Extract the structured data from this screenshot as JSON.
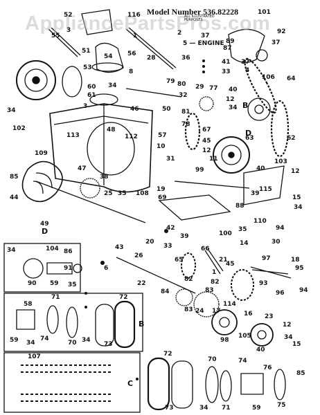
{
  "header": {
    "watermark": "AppliancePartsPros.com",
    "model_number": "Model Number 536.82228",
    "fine_print_1": "ALL ILLUSTRATED",
    "fine_print_2": "PURPOSES",
    "engine_label": "5 — ENGINE"
  },
  "section_labels": {
    "b": "B",
    "c": "C",
    "d": "D",
    "b_small": "B",
    "d_small": "D"
  },
  "part_numbers": {
    "p52": "52",
    "p116": "116",
    "p55": "55",
    "p51": "51",
    "p1": "1",
    "p2": "2",
    "p101": "101",
    "p92": "92",
    "p37": "37",
    "p89": "89",
    "p87": "87",
    "p37b": "37",
    "p3top": "3",
    "p54": "54",
    "p56": "56",
    "p28": "28",
    "p36": "36",
    "p53": "53",
    "p8": "8",
    "p34a": "34",
    "p4": "4",
    "p106": "106",
    "p64": "64",
    "p41": "41",
    "p33": "33",
    "p37c": "37",
    "p60": "60",
    "p61": "61",
    "p79": "79",
    "p80": "80",
    "p32": "32",
    "p29": "29",
    "p77": "77",
    "p40a": "40",
    "p12a": "12",
    "p34b": "34",
    "p3a": "3",
    "p46": "46",
    "p50": "50",
    "p81": "81",
    "p78": "78",
    "p62": "62",
    "p34c": "34",
    "p102": "102",
    "p113": "113",
    "p48": "48",
    "p112": "112",
    "p47": "47",
    "p57": "57",
    "p63": "63",
    "p45a": "45",
    "p67": "67",
    "p11": "11",
    "p12b": "12",
    "p109": "109",
    "p49": "49",
    "p85": "85",
    "p44": "44",
    "p38": "38",
    "p25": "25",
    "p35a": "35",
    "p108": "108",
    "p31": "31",
    "p19": "19",
    "p10": "10",
    "p99": "99",
    "p103": "103",
    "p40b": "40",
    "p12c": "12",
    "p115": "115",
    "p39a": "39",
    "p15a": "15",
    "p34d": "34",
    "p88": "88",
    "p69": "69",
    "p100": "100",
    "p110": "110",
    "p94": "94",
    "p35b": "35",
    "p14": "14",
    "p30": "30",
    "p97": "97",
    "p42": "42",
    "p33b": "33",
    "p39b": "39",
    "p20": "20",
    "p43": "43",
    "p6": "6",
    "p26": "26",
    "p22": "22",
    "p66": "66",
    "p45b": "45",
    "p65": "65",
    "p1b": "1",
    "p21": "21",
    "p18": "18",
    "p95": "95",
    "p93": "93",
    "p96": "96",
    "p94b": "94",
    "p82a": "82",
    "p84": "84",
    "p83a": "83",
    "p82b": "82",
    "p83b": "83",
    "p24": "24",
    "p17": "17",
    "p114": "114",
    "p16": "16",
    "p23": "23",
    "p98": "98",
    "p105": "105",
    "p12d": "12",
    "p15b": "15",
    "p40c": "40",
    "p34e": "34",
    "p104": "104",
    "p86": "86",
    "p91": "91",
    "p90": "90",
    "p59a": "59",
    "p35c": "35",
    "p58": "58",
    "p71a": "71",
    "p72a": "72",
    "p74a": "74",
    "p70a": "70",
    "p34f": "34",
    "p73a": "73",
    "p59b": "59",
    "p34g": "34",
    "p107": "107",
    "p72b": "72",
    "p70b": "70",
    "p74b": "74",
    "p76": "76",
    "p75": "75",
    "p73b": "73",
    "p34h": "34",
    "p71b": "71",
    "p59c": "59",
    "p34i": "34",
    "p85b": "85"
  }
}
